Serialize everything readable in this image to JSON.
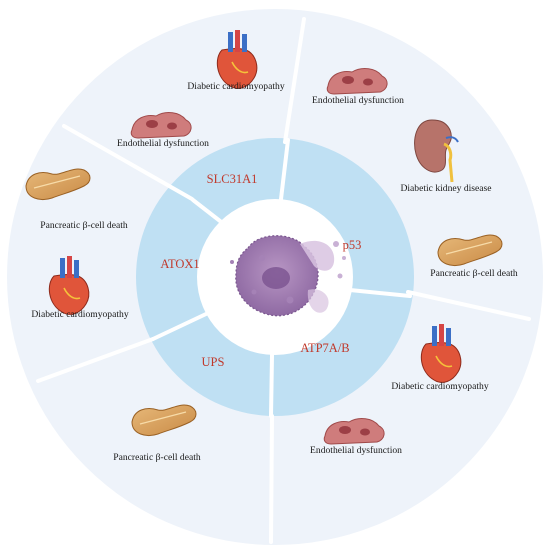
{
  "segments": [
    {
      "label": "SLC31A1"
    },
    {
      "label": "p53"
    },
    {
      "label": "ATP7A/B"
    },
    {
      "label": "UPS"
    },
    {
      "label": "ATOX1"
    }
  ],
  "captions": {
    "slc_cardio": "Diabetic cardiomyopathy",
    "slc_endo": "Endothelial dysfunction",
    "p53_endo": "Endothelial dysfunction",
    "p53_kidney": "Diabetic kidney disease",
    "p53_pancreas": "Pancreatic β-cell death",
    "atp_cardio": "Diabetic cardiomyopathy",
    "atp_endo": "Endothelial dysfunction",
    "ups_pancreas": "Pancreatic β-cell death",
    "atox_pancreas": "Pancreatic β-cell death",
    "atox_cardio": "Diabetic cardiomyopathy"
  },
  "icons": [
    "heart-icon",
    "endothelium-icon",
    "kidney-icon",
    "pancreas-icon",
    "cell-icon"
  ],
  "colors": {
    "outer_ring": "#eef3fa",
    "inner_ring": "#bfe0f3",
    "divider": "#ffffff",
    "segment_text": "#c0392b",
    "caption_text": "#1a1a1a"
  }
}
